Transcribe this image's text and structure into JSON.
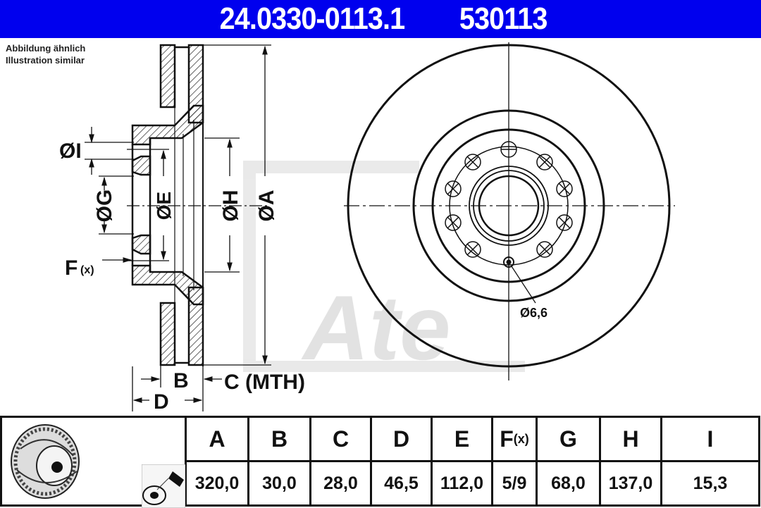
{
  "header": {
    "part_number": "24.0330-0113.1",
    "ref_number": "530113",
    "background_color": "#0000ee"
  },
  "note": {
    "line1": "Abbildung ähnlich",
    "line2": "Illustration similar"
  },
  "section_view": {
    "labels": {
      "I": "ØI",
      "G": "ØG",
      "E": "ØE",
      "H": "ØH",
      "A": "ØA",
      "F": "F",
      "F_suffix": "(x)",
      "B": "B",
      "C": "C (MTH)",
      "D": "D"
    }
  },
  "front_view": {
    "hole_label": "Ø6,6",
    "bolt_holes": 9,
    "watermark": "Ate"
  },
  "table": {
    "icons": [
      "brake-disc-icon",
      "cleaning-spray-icon"
    ],
    "columns": [
      {
        "key": "A",
        "value": "320,0"
      },
      {
        "key": "B",
        "value": "30,0"
      },
      {
        "key": "C",
        "value": "28,0"
      },
      {
        "key": "D",
        "value": "46,5"
      },
      {
        "key": "E",
        "value": "112,0"
      },
      {
        "key": "F",
        "suffix": "(x)",
        "value": "5/9"
      },
      {
        "key": "G",
        "value": "68,0"
      },
      {
        "key": "H",
        "value": "137,0"
      },
      {
        "key": "I",
        "value": "15,3"
      }
    ]
  }
}
